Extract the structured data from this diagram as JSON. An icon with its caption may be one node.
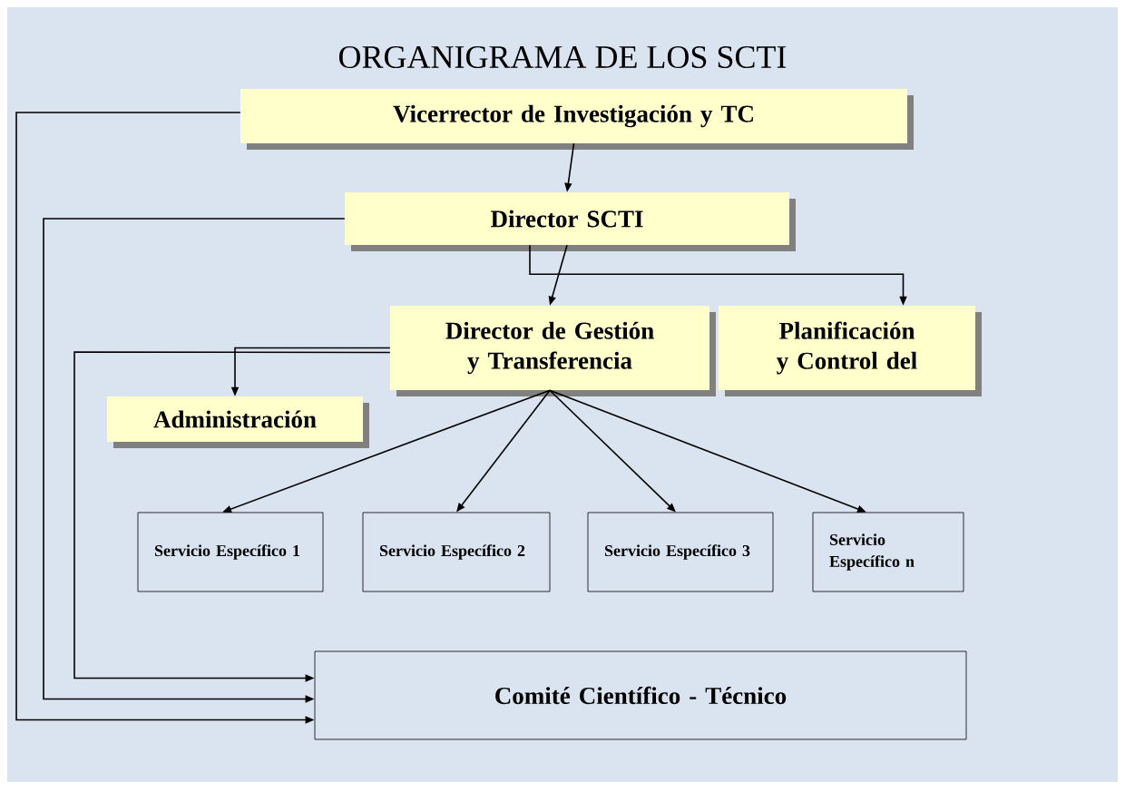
{
  "diagram": {
    "title": "ORGANIGRAMA DE LOS SCTI",
    "nodes": [
      {
        "text": [
          "Vicerrector de Investigación y TC"
        ]
      },
      {
        "text": [
          "Director SCTI"
        ]
      },
      {
        "text": [
          "Director de Gestión y Transferencia"
        ]
      },
      {
        "text": [
          "Planificación y Control del"
        ]
      },
      {
        "text": [
          "Administración"
        ]
      },
      {
        "text": [
          "Servicio Específico 1"
        ]
      },
      {
        "text": [
          "Servicio Específico 2"
        ]
      },
      {
        "text": [
          "Servicio Específico 3"
        ]
      },
      {
        "text": [
          "Servicio Específico n"
        ]
      },
      {
        "text": [
          "Comité Científico - Técnico"
        ]
      }
    ],
    "edges": [
      {
        "from": 0,
        "to": 1,
        "arrow": "to"
      },
      {
        "from": 1,
        "to": 2,
        "arrow": "to"
      },
      {
        "from": 1,
        "to": 3,
        "arrow": "to"
      },
      {
        "from": 2,
        "to": 4,
        "arrow": "to"
      },
      {
        "from": 2,
        "to": 5,
        "arrow": "to"
      },
      {
        "from": 2,
        "to": 6,
        "arrow": "to"
      },
      {
        "from": 2,
        "to": 7,
        "arrow": "to"
      },
      {
        "from": 2,
        "to": 8,
        "arrow": "to"
      },
      {
        "from": 0,
        "to": 9,
        "arrow": "to"
      },
      {
        "from": 1,
        "to": 9,
        "arrow": "to"
      },
      {
        "from": 2,
        "to": 9,
        "arrow": "to"
      }
    ]
  }
}
